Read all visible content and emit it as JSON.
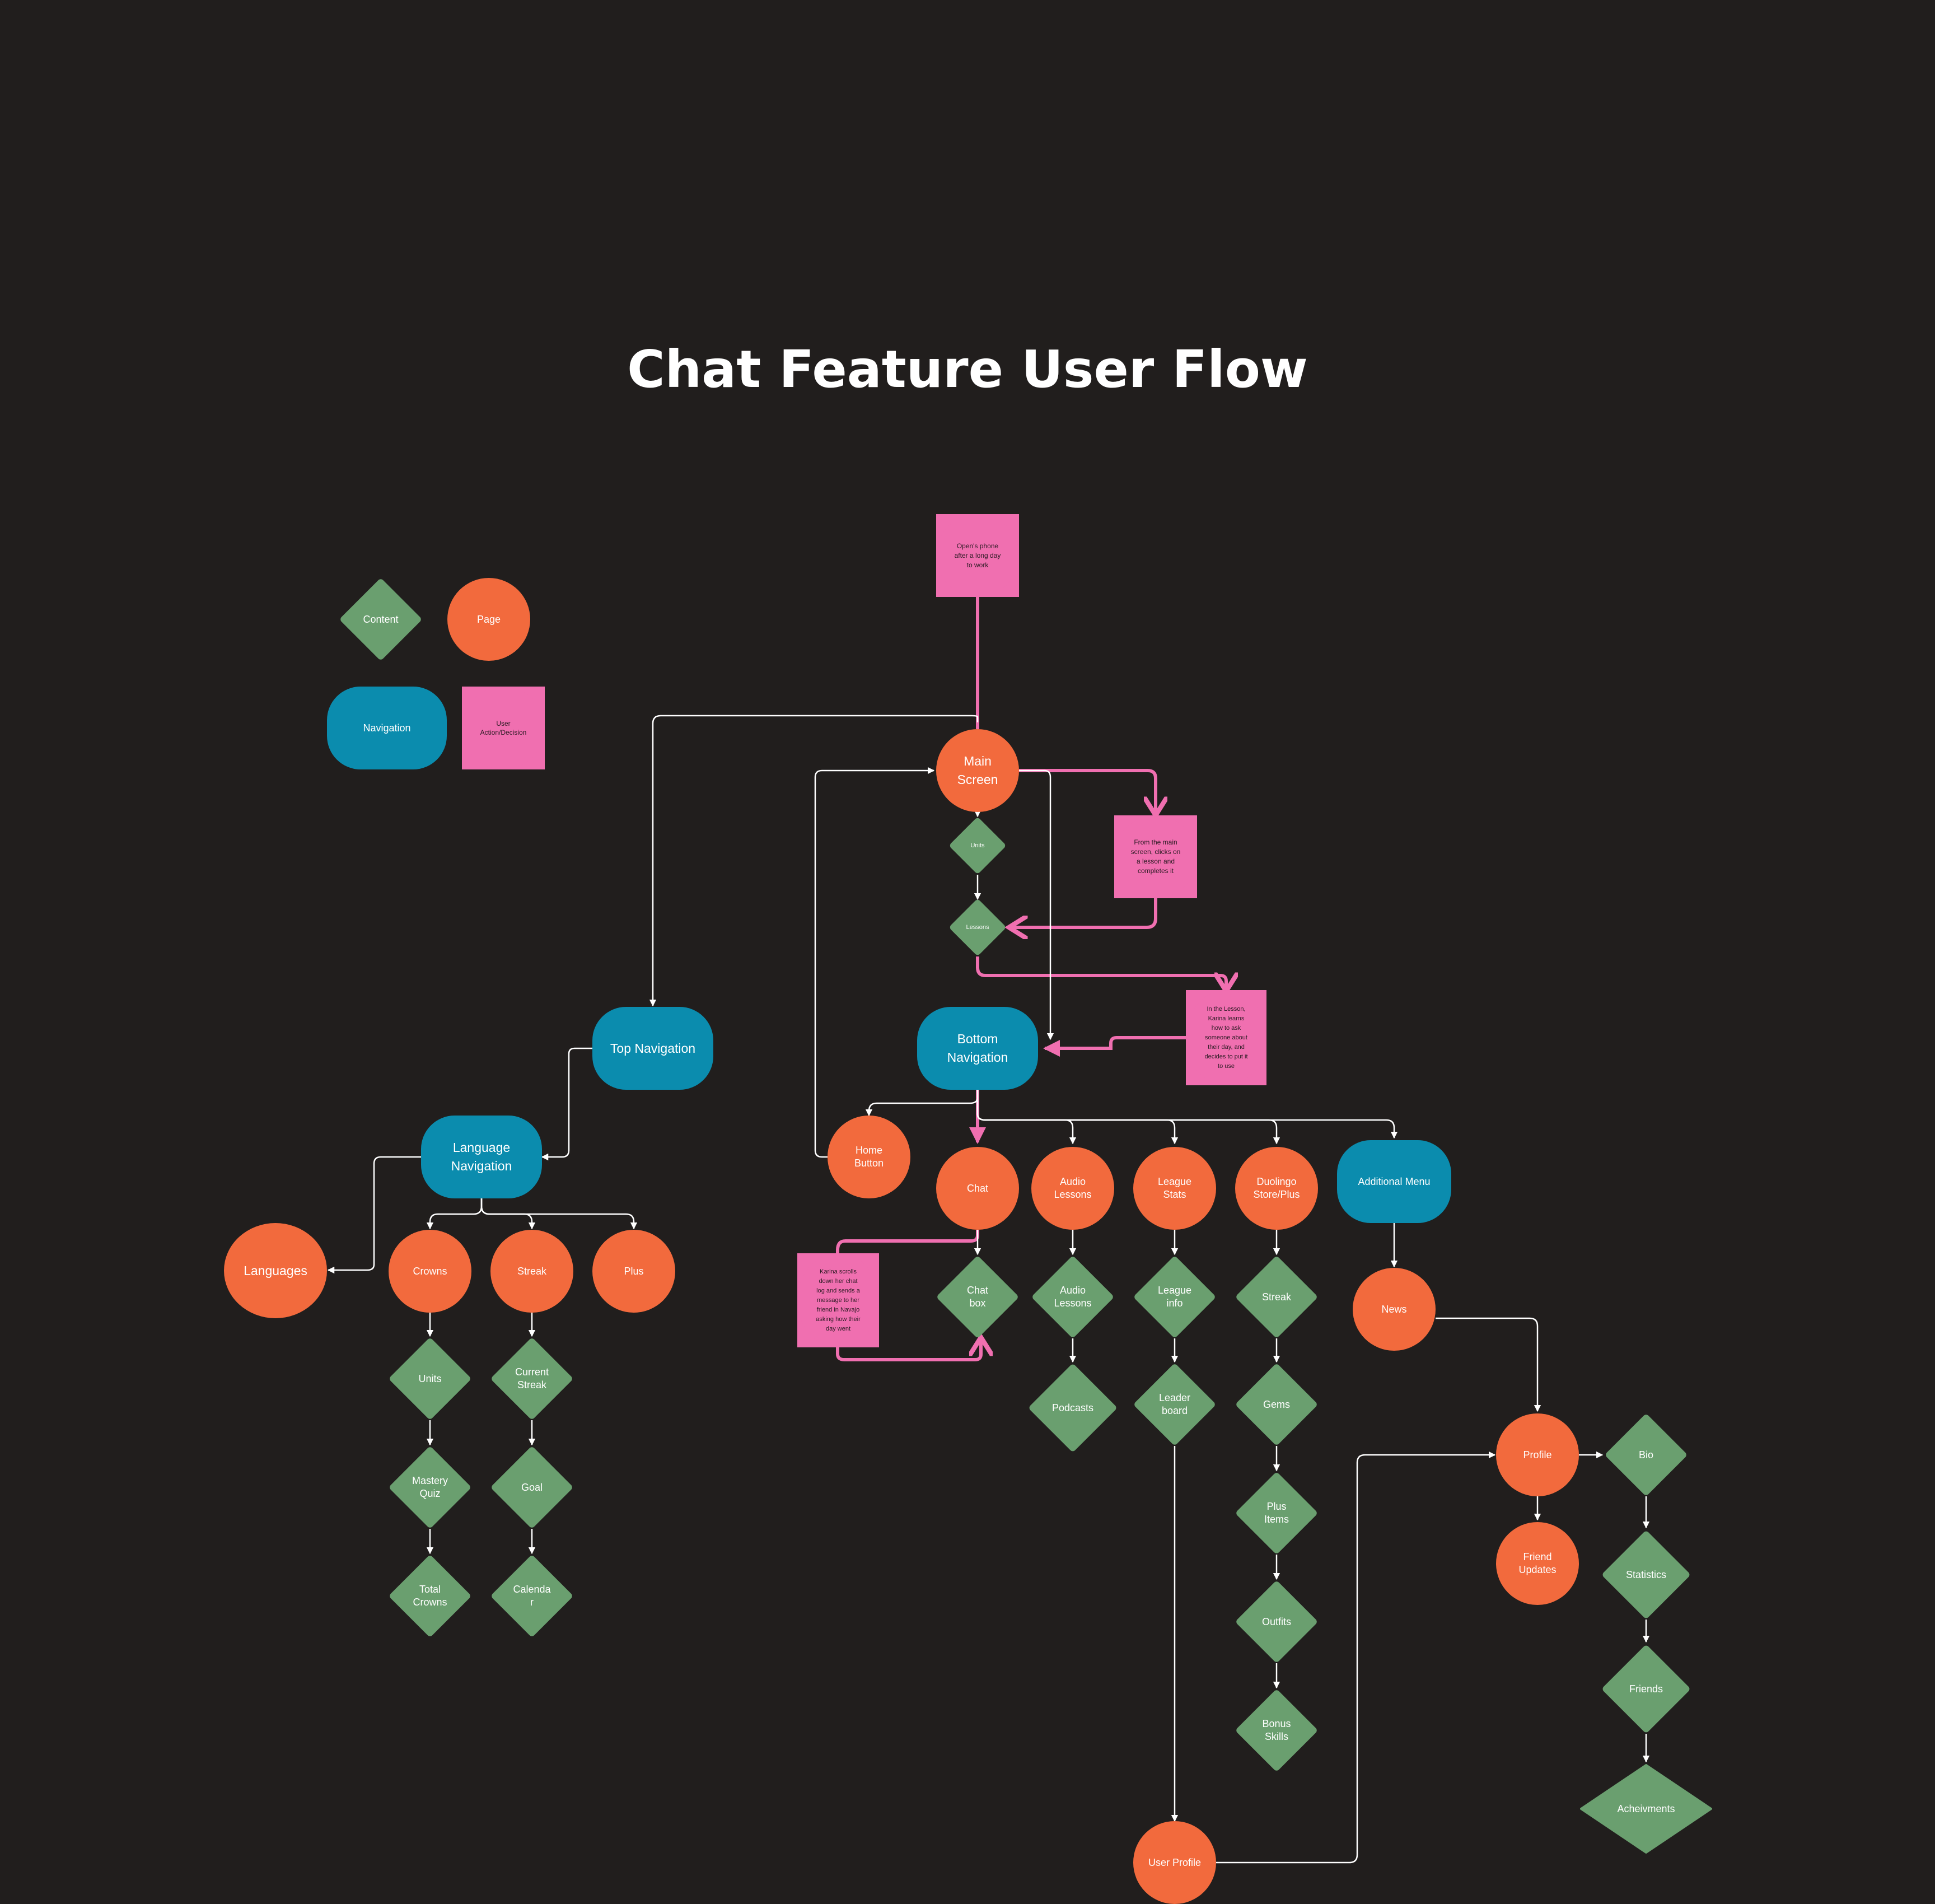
{
  "title": "Chat Feature User Flow",
  "colors": {
    "background": "#211e1d",
    "page": "#f26a3d",
    "navigation": "#0b8cae",
    "action": "#f06fb0",
    "content": "#6a9f6f",
    "connector": "#ffffff",
    "highlight_path": "#f06fb0"
  },
  "legend": {
    "content": "Content",
    "page": "Page",
    "navigation": "Navigation",
    "action": "User\nAction/Decision"
  },
  "nodes": {
    "start": "Open's phone\nafter a long day\nto work",
    "main_screen": "Main\nScreen",
    "units_top": "Units",
    "lessons": "Lessons",
    "action_lesson": "From the main\nscreen, clicks on\na lesson and\ncompletes it",
    "action_learns": "In the Lesson,\nKarina learns\nhow to ask\nsomeone about\ntheir day, and\ndecides to put it\nto use",
    "top_navigation": "Top Navigation",
    "bottom_navigation": "Bottom\nNavigation",
    "language_navigation": "Language\nNavigation",
    "languages": "Languages",
    "crowns": "Crowns",
    "streak_left": "Streak",
    "plus": "Plus",
    "units_left": "Units",
    "mastery_quiz": "Mastery\nQuiz",
    "total_crowns": "Total\nCrowns",
    "current_streak": "Current\nStreak",
    "goal": "Goal",
    "calendar": "Calenda\nr",
    "home_button": "Home\nButton",
    "chat": "Chat",
    "audio_lessons_page": "Audio\nLessons",
    "league_stats": "League\nStats",
    "duolingo_store": "Duolingo\nStore/Plus",
    "additional_menu": "Additional Menu",
    "action_chat": "Karina scrolls\ndown her chat\nlog and sends a\nmessage to her\nfriend in Navajo\nasking how their\nday went",
    "chat_box": "Chat\nbox",
    "audio_lessons_content": "Audio\nLessons",
    "podcasts": "Podcasts",
    "league_info": "League\ninfo",
    "leader_board": "Leader\nboard",
    "user_profile": "User Profile",
    "streak_store": "Streak",
    "gems": "Gems",
    "plus_items": "Plus\nItems",
    "outfits": "Outfits",
    "bonus_skills": "Bonus\nSkills",
    "news": "News",
    "profile": "Profile",
    "friend_updates": "Friend\nUpdates",
    "bio": "Bio",
    "statistics": "Statistics",
    "friends": "Friends",
    "achievements": "Acheivments"
  }
}
